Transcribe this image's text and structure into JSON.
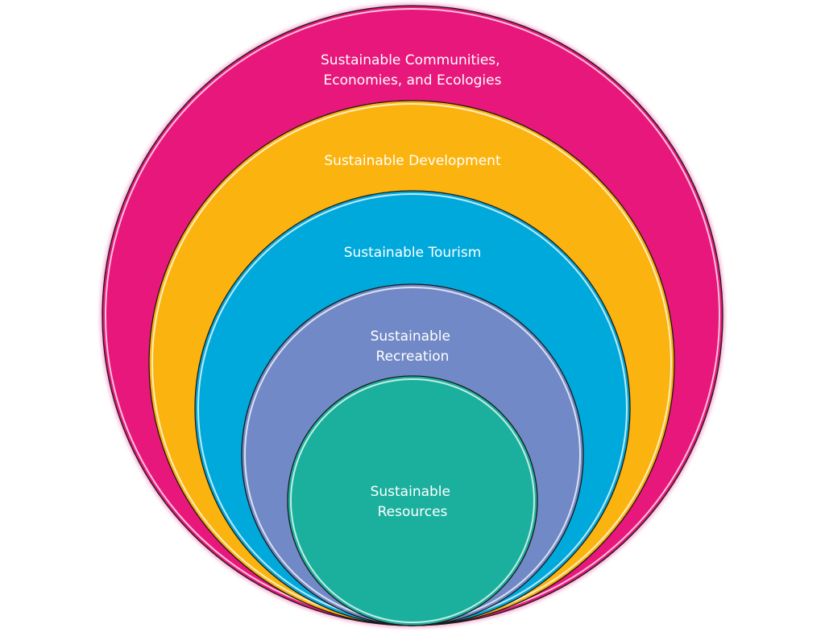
{
  "diagram": {
    "title": "Nested sustainability circles",
    "levels": [
      {
        "lines": [
          "Sustainable Communities,",
          "Economies, and Ecologies"
        ],
        "color": "#E8177B"
      },
      {
        "lines": [
          "Sustainable Development"
        ],
        "color": "#FBB40F"
      },
      {
        "lines": [
          "Sustainable Tourism"
        ],
        "color": "#00A9DB"
      },
      {
        "lines": [
          "Sustainable",
          "Recreation"
        ],
        "color": "#7189C6"
      },
      {
        "lines": [
          "Sustainable",
          "Resources"
        ],
        "color": "#1BB09D"
      }
    ]
  }
}
